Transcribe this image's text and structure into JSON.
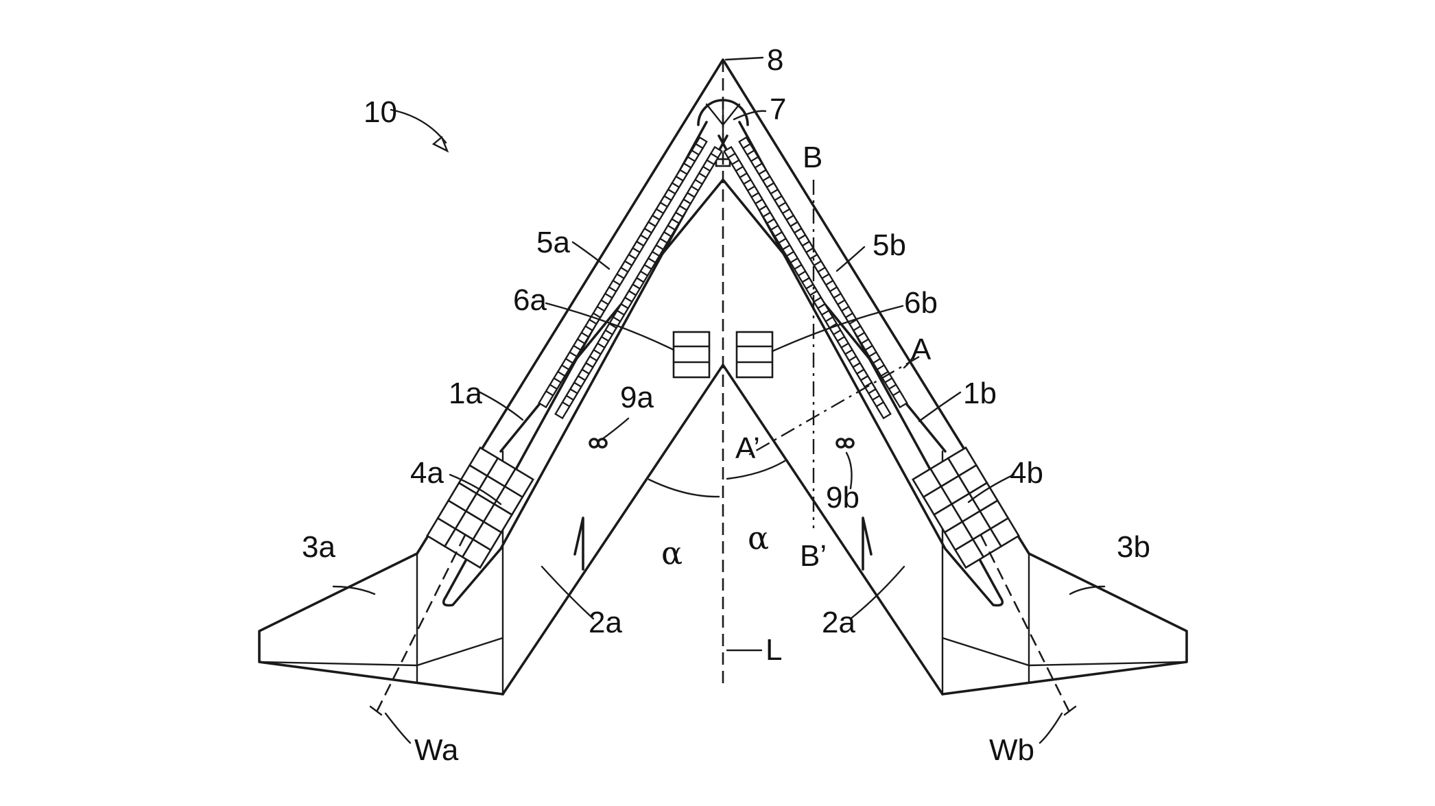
{
  "figure": {
    "labels": {
      "ref_10": "10",
      "ref_8": "8",
      "ref_7": "7",
      "ref_B": "B",
      "ref_B_prime": "B’",
      "ref_5a": "5a",
      "ref_5b": "5b",
      "ref_6a": "6a",
      "ref_6b": "6b",
      "ref_A": "A",
      "ref_A_prime": "A’",
      "ref_1a": "1a",
      "ref_1b": "1b",
      "ref_9a": "9a",
      "ref_9b": "9b",
      "ref_4a": "4a",
      "ref_4b": "4b",
      "ref_3a": "3a",
      "ref_3b": "3b",
      "ref_2a_left": "2a",
      "ref_2a_right": "2a",
      "ref_alpha_left": "α",
      "ref_alpha_right": "α",
      "ref_L": "L",
      "ref_Wa": "Wa",
      "ref_Wb": "Wb"
    }
  }
}
